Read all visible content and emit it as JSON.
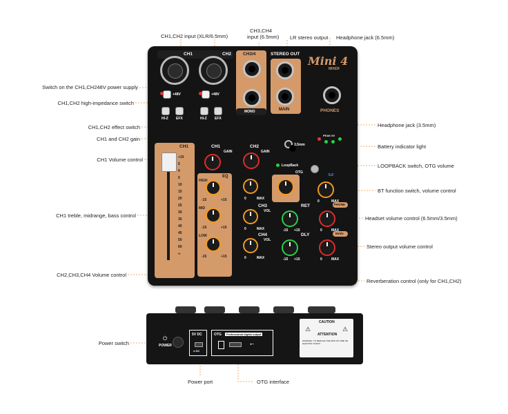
{
  "callouts": {
    "ch12_input": "CH1,CH2 input (XLR/6.5mm)",
    "ch34_input_line1": "CH3,CH4",
    "ch34_input_line2": "input (6.5mm)",
    "lr_stereo_output": "LR stereo output",
    "headphone_jack_65": "Headphone jack (6.5mm)",
    "power_48v": "Switch on the CH1,CH248V power supply",
    "hi_z": "CH1,CH2 high-impedance switch",
    "effect_switch": "CH1,CH2 effect switch",
    "gain": "CH1 and CH2 gain",
    "ch1_volume": "CH1 Volume control",
    "eq": "CH1 treble, midrange, bass control",
    "ch234_volume": "CH2,CH3,CH4 Volume control",
    "headphone_jack_35": "Headphone jack (3.5mm)",
    "battery": "Battery indicator light",
    "loopback": "LOOPBACK switch, OTG volume",
    "bt_function": "BT function switch, volume control",
    "headset_volume": "Headset volume control (6.5mm/3.5mm)",
    "stereo_out_volume": "Stereo output volume control",
    "reverb": "Reverberation control (only for CH1,CH2)",
    "power_switch": "Power switch",
    "power_port": "Power port",
    "otg_interface": "OTG interface"
  },
  "panel": {
    "ch1": "CH1",
    "ch2": "CH2",
    "ch34": "CH3/4",
    "stereo_out": "STEREO OUT",
    "brand": "Mini 4",
    "brand_sub": "MIXER",
    "phones": "PHONES",
    "mono": "MONO",
    "main": "MAIN",
    "plus48v": "+48V",
    "hiz": "HI-Z",
    "efx": "EFX",
    "gain": "GAIN",
    "vol": "VOL",
    "eq": "EQ",
    "high": "HIGH",
    "mid": "MID",
    "low": "LOW",
    "ch3": "CH3",
    "ch4": "CH4",
    "ret": "RET",
    "dly": "DLY",
    "otg": "OTG",
    "loopback": "LoopBack",
    "peak_5v": "PEAK 5V",
    "jack35": "3.5mm",
    "bt": "5.0",
    "phone": "PHONE",
    "min": "0",
    "max": "MAX",
    "minus15": "-15",
    "plus15": "+15",
    "fader_scale": [
      "+10",
      "5",
      "0",
      "5",
      "10",
      "15",
      "20",
      "25",
      "30",
      "35",
      "40",
      "45",
      "50",
      "60",
      "∞"
    ]
  },
  "rear": {
    "power": "POWER",
    "dc": "5V DC",
    "dc_sub": "● DC",
    "otg": "OTG",
    "otg_desc": "Professional digital output",
    "caution": "CAUTION",
    "attention": "ATTENTION",
    "warning": "WARNING: TO REDUCE THE RISK OF FIRE OR ELECTRIC SHOCK"
  }
}
